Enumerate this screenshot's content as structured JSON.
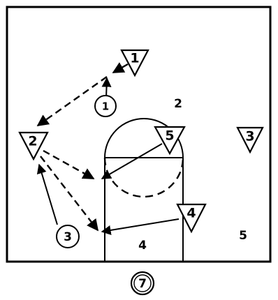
{
  "diagram": {
    "figure_number": "7",
    "players": {
      "triangles": [
        "1",
        "2",
        "3",
        "4",
        "5"
      ],
      "circles": [
        "1",
        "2",
        "3",
        "4",
        "5"
      ]
    },
    "colors": {
      "ink": "#000000",
      "paper": "#ffffff"
    }
  }
}
